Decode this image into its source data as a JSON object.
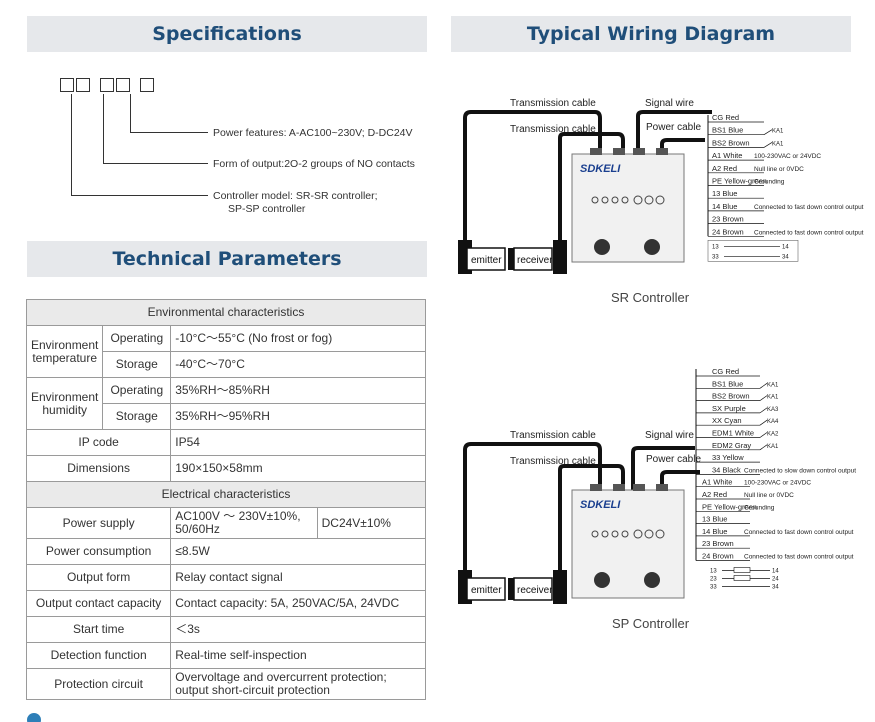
{
  "headings": {
    "specifications": "Specifications",
    "technical_parameters": "Technical Parameters",
    "wiring": "Typical Wiring Diagram"
  },
  "model": {
    "power": "Power features: A-AC100~230V; D-DC24V",
    "output": "Form of output:2O-2 groups of NO contacts",
    "controller_1": "Controller model: SR-SR controller;",
    "controller_2": "SP-SP controller"
  },
  "table": {
    "env_header": "Environmental characteristics",
    "env_temp": "Environment temperature",
    "env_hum": "Environment humidity",
    "operating": "Operating",
    "storage": "Storage",
    "temp_op": "-10°C～55°C (No frost or fog)",
    "temp_st": "-40°C～70°C",
    "hum_op": "35%RH～85%RH",
    "hum_st": "35%RH～95%RH",
    "ip_label": "IP code",
    "ip_value": "IP54",
    "dim_label": "Dimensions",
    "dim_value": "190×150×58mm",
    "elec_header": "Electrical characteristics",
    "supply_label": "Power supply",
    "supply_ac": "AC100V ～ 230V±10%, 50/60Hz",
    "supply_dc": "DC24V±10%",
    "consumption_label": "Power consumption",
    "consumption_value": "≤8.5W",
    "output_label": "Output form",
    "output_value": "Relay contact signal",
    "capacity_label": "Output contact capacity",
    "capacity_value": "Contact capacity: 5A, 250VAC/5A, 24VDC",
    "start_label": "Start time",
    "start_value": "＜3s",
    "detect_label": "Detection function",
    "detect_value": "Real-time self-inspection",
    "protect_label": "Protection circuit",
    "protect_value_1": "Overvoltage and overcurrent protection;",
    "protect_value_2": "output short-circuit protection"
  },
  "diagram": {
    "transmission_cable": "Transmission cable",
    "signal_wire": "Signal wire",
    "power_cable": "Power cable",
    "emitter": "emitter",
    "receiver": "receiver",
    "brand": "SDKELI",
    "sr_caption": "SR Controller",
    "sp_caption": "SP Controller",
    "sr_wires": [
      "CG Red",
      "BS1 Blue",
      "BS2 Brown",
      "A1 White",
      "A2 Red",
      "PE Yellow-green",
      "13 Blue",
      "14 Blue",
      "23 Brown",
      "24 Brown"
    ],
    "sp_wires": [
      "CG Red",
      "BS1 Blue",
      "BS2 Brown",
      "SX Purple",
      "XX Cyan",
      "EDM1 White",
      "EDM2 Gray",
      "33 Yellow",
      "34 Black",
      "A1 White",
      "A2 Red",
      "PE Yellow-green",
      "13 Blue",
      "14 Blue",
      "23 Brown",
      "24 Brown"
    ],
    "sr_ka": [
      "KA1",
      "KA1"
    ],
    "sp_ka": [
      "KA1",
      "KA1",
      "KA3",
      "KA4",
      "KA2",
      "KA1"
    ],
    "note_power": "100-230VAC or 24VDC",
    "note_null": "Null line or 0VDC",
    "note_ground": "Grounding",
    "note_fast": "Connected to fast down control output",
    "note_slow": "Connected to slow down control output",
    "terms": [
      "13",
      "14",
      "23",
      "24",
      "33",
      "34"
    ]
  }
}
